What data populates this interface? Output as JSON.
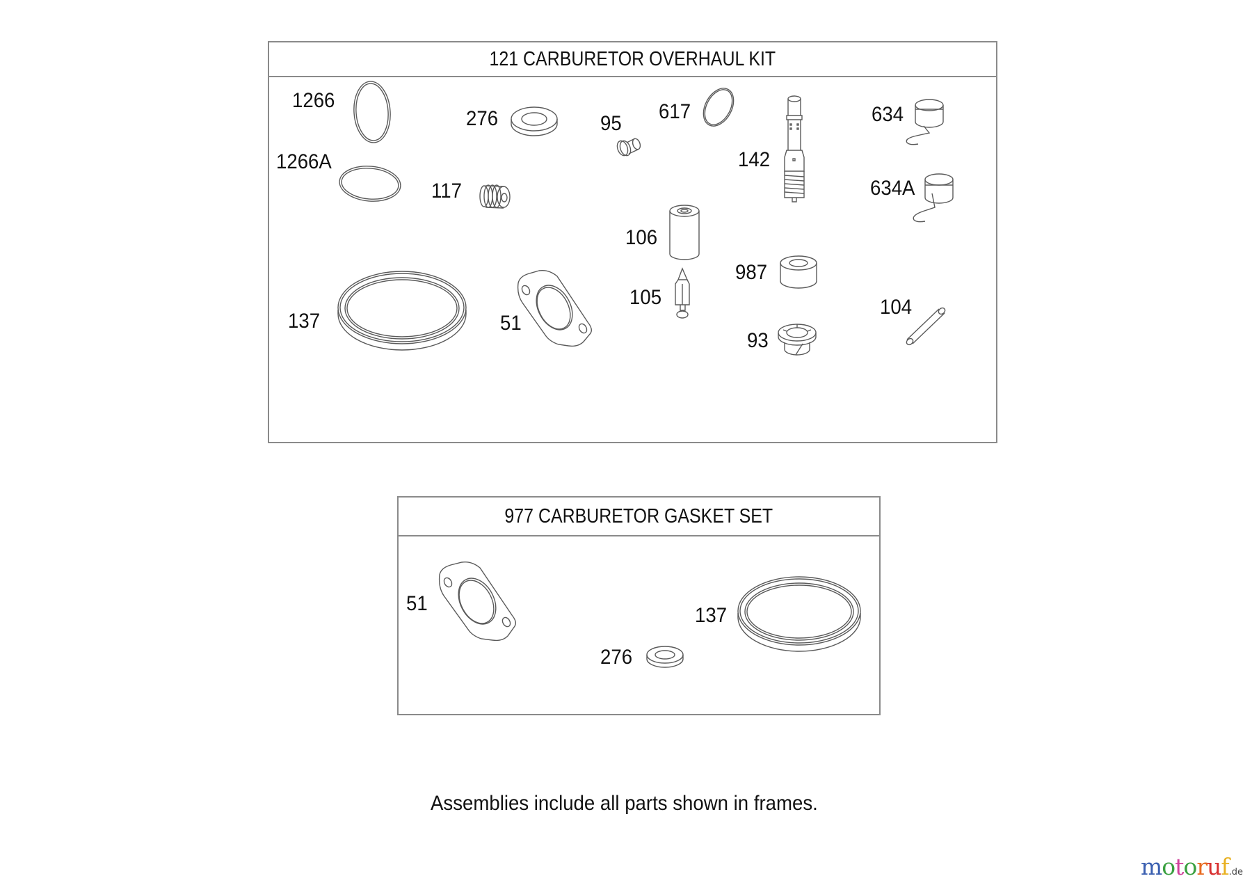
{
  "overhaul_kit": {
    "title": "121 CARBURETOR OVERHAUL KIT",
    "parts": [
      {
        "ref": "1266",
        "part": "o-ring"
      },
      {
        "ref": "1266A",
        "part": "o-ring"
      },
      {
        "ref": "276",
        "part": "washer"
      },
      {
        "ref": "117",
        "part": "jet"
      },
      {
        "ref": "95",
        "part": "screw"
      },
      {
        "ref": "617",
        "part": "o-ring"
      },
      {
        "ref": "142",
        "part": "nozzle"
      },
      {
        "ref": "634",
        "part": "spring"
      },
      {
        "ref": "634A",
        "part": "spring"
      },
      {
        "ref": "106",
        "part": "float"
      },
      {
        "ref": "105",
        "part": "needle-valve"
      },
      {
        "ref": "987",
        "part": "seat"
      },
      {
        "ref": "93",
        "part": "bushing"
      },
      {
        "ref": "104",
        "part": "pin"
      },
      {
        "ref": "137",
        "part": "bowl-gasket"
      },
      {
        "ref": "51",
        "part": "flange-gasket"
      }
    ]
  },
  "gasket_set": {
    "title": "977 CARBURETOR GASKET SET",
    "parts": [
      {
        "ref": "51",
        "part": "flange-gasket"
      },
      {
        "ref": "137",
        "part": "bowl-gasket"
      },
      {
        "ref": "276",
        "part": "washer"
      }
    ]
  },
  "footnote": "Assemblies include all parts shown in frames.",
  "logo": {
    "letters": [
      "m",
      "o",
      "t",
      "o",
      "r",
      "u",
      "f"
    ],
    "colors": [
      "#3a5fb0",
      "#3aa040",
      "#d0409a",
      "#3aa040",
      "#e86a20",
      "#d83030",
      "#e8b020"
    ],
    "tld": ".de"
  }
}
